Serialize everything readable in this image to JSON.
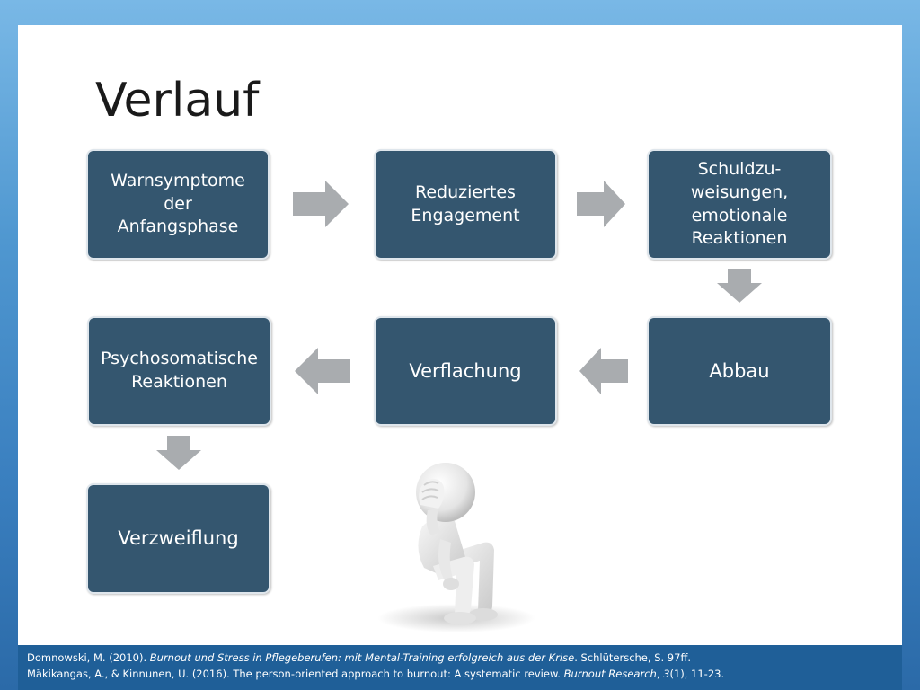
{
  "slide": {
    "title": "Verlauf"
  },
  "diagram": {
    "nodes": [
      {
        "id": "warnsymptome",
        "label": "Warnsymptome\nder\nAnfangsphase"
      },
      {
        "id": "reduziertes-engagement",
        "label": "Reduziertes\nEngagement"
      },
      {
        "id": "schuldzuweisungen",
        "label": "Schuldzu-\nweisungen,\nemotionale\nReaktionen"
      },
      {
        "id": "abbau",
        "label": "Abbau"
      },
      {
        "id": "verflachung",
        "label": "Verflachung"
      },
      {
        "id": "psychosomatische-reaktionen",
        "label": "Psychosomatische\nReaktionen"
      },
      {
        "id": "verzweiflung",
        "label": "Verzweiflung"
      }
    ],
    "edges": [
      {
        "from": "warnsymptome",
        "to": "reduziertes-engagement"
      },
      {
        "from": "reduziertes-engagement",
        "to": "schuldzuweisungen"
      },
      {
        "from": "schuldzuweisungen",
        "to": "abbau"
      },
      {
        "from": "abbau",
        "to": "verflachung"
      },
      {
        "from": "verflachung",
        "to": "psychosomatische-reaktionen"
      },
      {
        "from": "psychosomatische-reaktionen",
        "to": "verzweiflung"
      }
    ],
    "colors": {
      "node_fill": "#34566f",
      "node_text": "#ffffff",
      "arrow": "#a9acaf"
    }
  },
  "references": {
    "line1": {
      "authors": "Domnowski, M. (2010). ",
      "title": "Burnout und Stress in Pflegeberufen: mit Mental-Training erfolgreich aus der Krise",
      "rest": ". Schlütersche, S. 97ff."
    },
    "line2": {
      "authors": "Mäkikangas, A., & Kinnunen, U. (2016). The person-oriented approach to burnout: A systematic review. ",
      "journal": "Burnout Research",
      "sep": ", ",
      "volume": "3",
      "rest": "(1), 11-23."
    }
  },
  "colors": {
    "background": "#4f97d0",
    "slide": "#ffffff",
    "footer": "#1f5f98"
  }
}
